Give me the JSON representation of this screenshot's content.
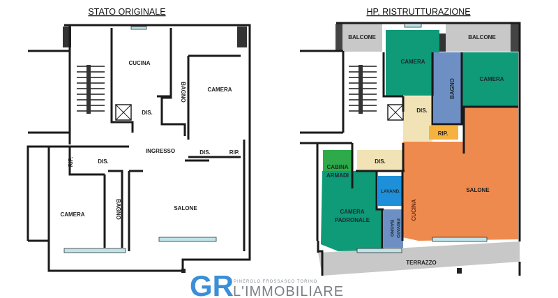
{
  "titles": {
    "original": "STATO ORIGINALE",
    "renovation": "HP.   RISTRUTTURAZIONE"
  },
  "original_plan": {
    "rooms": [
      "CUCINA",
      "BAGNO",
      "CAMERA",
      "DIS.",
      "INGRESSO",
      "DIS.",
      "RIP.",
      "RIP.",
      "DIS.",
      "CAMERA",
      "BAGNO",
      "SALONE"
    ]
  },
  "renovation_plan": {
    "rooms": [
      "BALCONE",
      "BALCONE",
      "CAMERA",
      "BAGNO",
      "CAMERA",
      "DIS.",
      "RIP.",
      "CABINA",
      "ARMADI",
      "DIS.",
      "LAVAND.",
      "SALONE",
      "CUCINA",
      "CAMERA",
      "PADRONALE",
      "BAGNO",
      "PRIVATO",
      "TERRAZZO"
    ],
    "colors": {
      "camera": "#0f9a78",
      "bagno": "#6d8fc4",
      "dis": "#f1e3b5",
      "rip": "#f6b23f",
      "salone": "#ef8a4f",
      "cabina": "#2eaa4a",
      "lavand": "#1e8fd8",
      "balcone": "#c8c8c8",
      "terrazzo": "#c8c8c8"
    }
  },
  "watermark": {
    "logo": "GR",
    "towns": "PINEROLO  FROSSASCO  TORINO",
    "brand": "L'IMMOBILIARE",
    "color": "#3a8fd8"
  }
}
